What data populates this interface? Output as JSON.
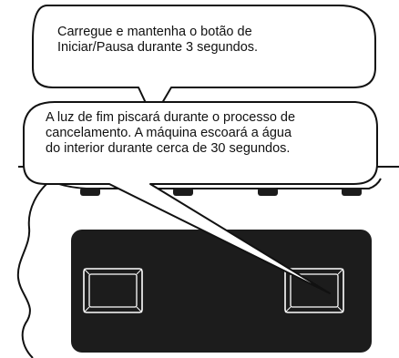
{
  "callouts": {
    "step_one": {
      "line1": "Carregue e mantenha o botão de",
      "line2": "Iniciar/Pausa durante 3 segundos."
    },
    "step_two": {
      "line1": "A luz de fim piscará durante o processo de",
      "line2": "cancelamento. A máquina escoará a água",
      "line3": "do interior durante cerca de 30 segundos."
    }
  },
  "colors": {
    "panel": "#1c1c1c",
    "outline": "#111111",
    "background": "#ffffff"
  },
  "panel": {
    "buttons": [
      "start-pause-button",
      "indicator-button"
    ]
  }
}
